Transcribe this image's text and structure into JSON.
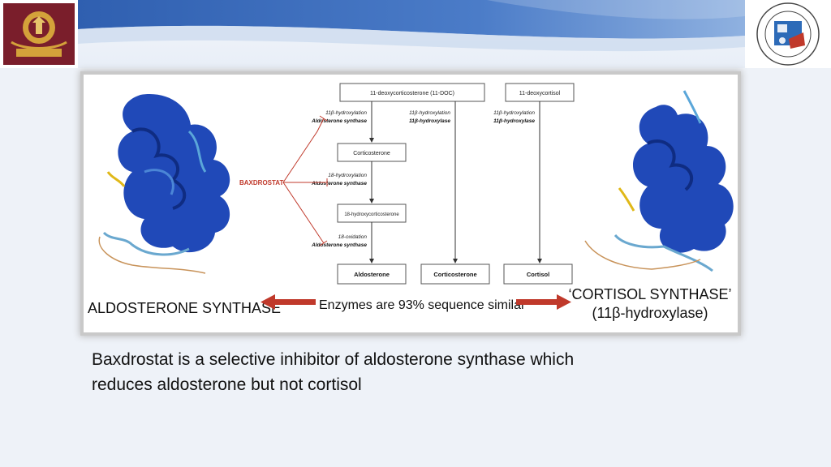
{
  "diagram": {
    "substrates": [
      "11-deoxycorticosterone (11-DOC)",
      "11-deoxycortisol"
    ],
    "intermediates": [
      "Corticosterone",
      "18-hydroxycorticosterone"
    ],
    "products": [
      "Aldosterone",
      "Corticosterone",
      "Cortisol"
    ],
    "steps": {
      "left1_reaction": "11β-hydroxylation",
      "left1_enzyme": "Aldosterone synthase",
      "mid_reaction": "11β-hydroxylation",
      "mid_enzyme": "11β-hydroxylase",
      "right_reaction": "11β-hydroxylation",
      "right_enzyme": "11β-hydroxylase",
      "left2_reaction": "18-hydroxylation",
      "left2_enzyme": "Aldosterone synthase",
      "left3_reaction": "18-oxidation",
      "left3_enzyme": "Aldosterone synthase"
    },
    "inhibitor": "BAXDROSTAT",
    "left_protein_label": "ALDOSTERONE SYNTHASE",
    "right_protein_label_line1": "‘CORTISOL SYNTHASE’",
    "right_protein_label_line2": "(11β-hydroxylase)",
    "similarity_label": "Enzymes are 93% sequence similar",
    "colors": {
      "inhibitor": "#c0392b",
      "protein": "#1f45b5",
      "arrow": "#c0392b"
    }
  },
  "caption": {
    "line1": "Baxdrostat is a selective inhibitor of aldosterone synthase which",
    "line2": "reduces aldosterone but not cortisol"
  },
  "logos": {
    "left": "army-emblem-logo",
    "right": "department-of-internal-medicine-seal"
  }
}
